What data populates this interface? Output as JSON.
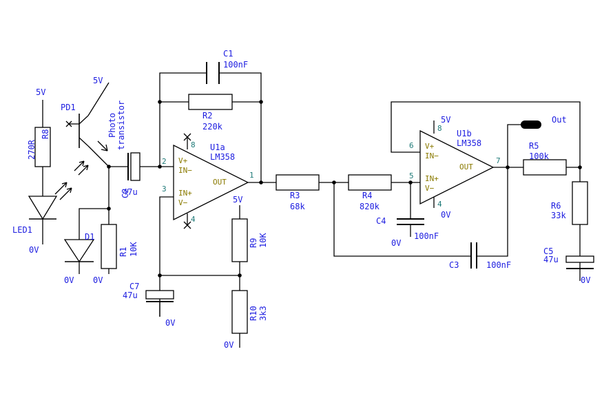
{
  "supplies": {
    "v5": "5V",
    "gnd": "0V"
  },
  "components": {
    "PD1": {
      "ref": "PD1",
      "desc_line1": "Photo",
      "desc_line2": "transistor"
    },
    "LED1": {
      "ref": "LED1"
    },
    "D1": {
      "ref": "D1"
    },
    "R8": {
      "ref": "R8",
      "value": "270R"
    },
    "R1": {
      "ref": "R1",
      "value": "10K"
    },
    "R2": {
      "ref": "R2",
      "value": "220k"
    },
    "R3": {
      "ref": "R3",
      "value": "68k"
    },
    "R4": {
      "ref": "R4",
      "value": "820k"
    },
    "R5": {
      "ref": "R5",
      "value": "100k"
    },
    "R6": {
      "ref": "R6",
      "value": "33k"
    },
    "R9": {
      "ref": "R9",
      "value": "10K"
    },
    "R10": {
      "ref": "R10",
      "value": "3k3"
    },
    "C1": {
      "ref": "C1",
      "value": "100nF"
    },
    "C2": {
      "ref": "C2",
      "value": "47u"
    },
    "C3": {
      "ref": "C3",
      "value": "100nF"
    },
    "C4": {
      "ref": "C4",
      "value": "100nF"
    },
    "C5": {
      "ref": "C5",
      "value": "47u"
    },
    "C7": {
      "ref": "C7",
      "value": "47u"
    },
    "U1a": {
      "ref": "U1a",
      "part": "LM358",
      "vplus": "V+",
      "vminus": "V−",
      "in_minus": "IN−",
      "in_plus": "IN+",
      "out": "OUT",
      "pin_inm": "2",
      "pin_inp": "3",
      "pin_out": "1",
      "pin_vp": "8",
      "pin_vm": "4"
    },
    "U1b": {
      "ref": "U1b",
      "part": "LM358",
      "vplus": "V+",
      "vminus": "V−",
      "in_minus": "IN−",
      "in_plus": "IN+",
      "out": "OUT",
      "pin_inm": "6",
      "pin_inp": "5",
      "pin_out": "7",
      "pin_vp": "8",
      "pin_vm": "4"
    }
  },
  "output_label": "Out"
}
